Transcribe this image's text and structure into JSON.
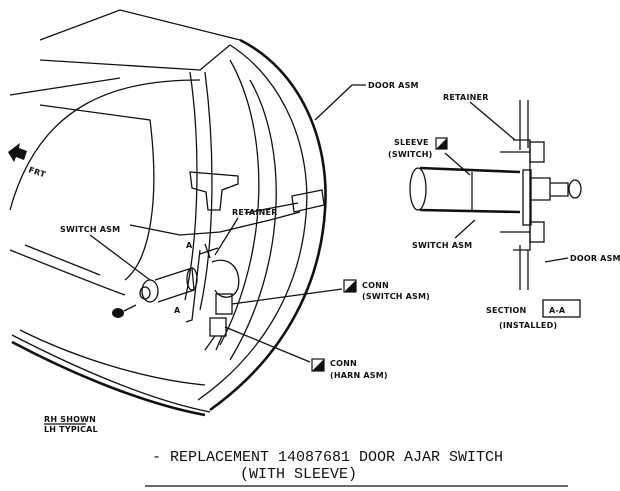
{
  "labels": {
    "door_asm_top": "DOOR ASM",
    "retainer_section": "RETAINER",
    "sleeve_line1": "SLEEVE",
    "sleeve_line2": "(SWITCH)",
    "switch_asm_section": "SWITCH ASM",
    "door_asm_section": "DOOR ASM",
    "section_word": "SECTION",
    "section_id": "A-A",
    "installed": "(INSTALLED)",
    "frt": "FRT",
    "retainer_main": "RETAINER",
    "switch_asm_main": "SWITCH ASM",
    "conn_switch_line1": "CONN",
    "conn_switch_line2": "(SWITCH ASM)",
    "conn_harn_line1": "CONN",
    "conn_harn_line2": "(HARN ASM)",
    "section_marker_top": "A",
    "section_marker_bottom": "A",
    "rh_shown": "RH SHOWN",
    "lh_typical": "LH TYPICAL"
  },
  "caption": {
    "line1": "- REPLACEMENT 14087681 DOOR AJAR SWITCH",
    "line2": "(WITH SLEEVE)"
  },
  "icons": {
    "conn_symbol": "half-filled-square-icon",
    "front_arrow": "arrow-left-icon"
  }
}
